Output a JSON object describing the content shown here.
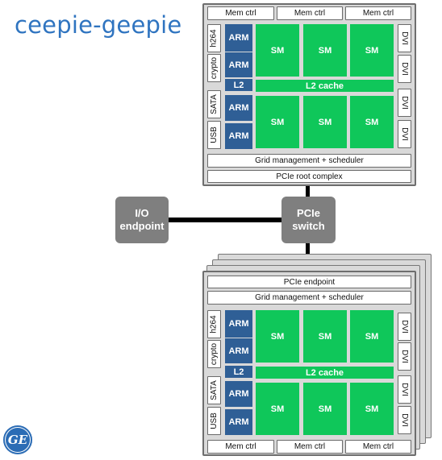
{
  "title": "ceepie-geepie",
  "colors": {
    "title": "#2f74c0",
    "arm": "#2f5f96",
    "sm": "#0fc75a",
    "node": "#7f7f7f",
    "chip": "#d9d9d9",
    "logo": "#2b6cb5"
  },
  "top_chip": {
    "mem_ctrl": [
      "Mem ctrl",
      "Mem ctrl",
      "Mem ctrl"
    ],
    "left_labels": [
      "h264",
      "crypto",
      "SATA",
      "USB"
    ],
    "arm": [
      "ARM",
      "ARM",
      "ARM",
      "ARM"
    ],
    "l2_small": "L2",
    "l2_cache": "L2 cache",
    "sm": [
      "SM",
      "SM",
      "SM",
      "SM",
      "SM",
      "SM"
    ],
    "dvi": [
      "DVI",
      "DVI",
      "DVI",
      "DVI"
    ],
    "grid": "Grid management + scheduler",
    "pcie_root": "PCIe root complex"
  },
  "io_endpoint": "I/O\nendpoint",
  "pcie_switch": "PCIe\nswitch",
  "bottom_chip": {
    "pcie_endpoint": "PCIe endpoint",
    "grid": "Grid management + scheduler",
    "left_labels": [
      "h264",
      "crypto",
      "SATA",
      "USB"
    ],
    "arm": [
      "ARM",
      "ARM",
      "ARM",
      "ARM"
    ],
    "l2_small": "L2",
    "l2_cache": "L2 cache",
    "sm": [
      "SM",
      "SM",
      "SM",
      "SM",
      "SM",
      "SM"
    ],
    "dvi": [
      "DVI",
      "DVI",
      "DVI",
      "DVI"
    ],
    "mem_ctrl": [
      "Mem ctrl",
      "Mem ctrl",
      "Mem ctrl"
    ]
  },
  "logo_text": "GE"
}
